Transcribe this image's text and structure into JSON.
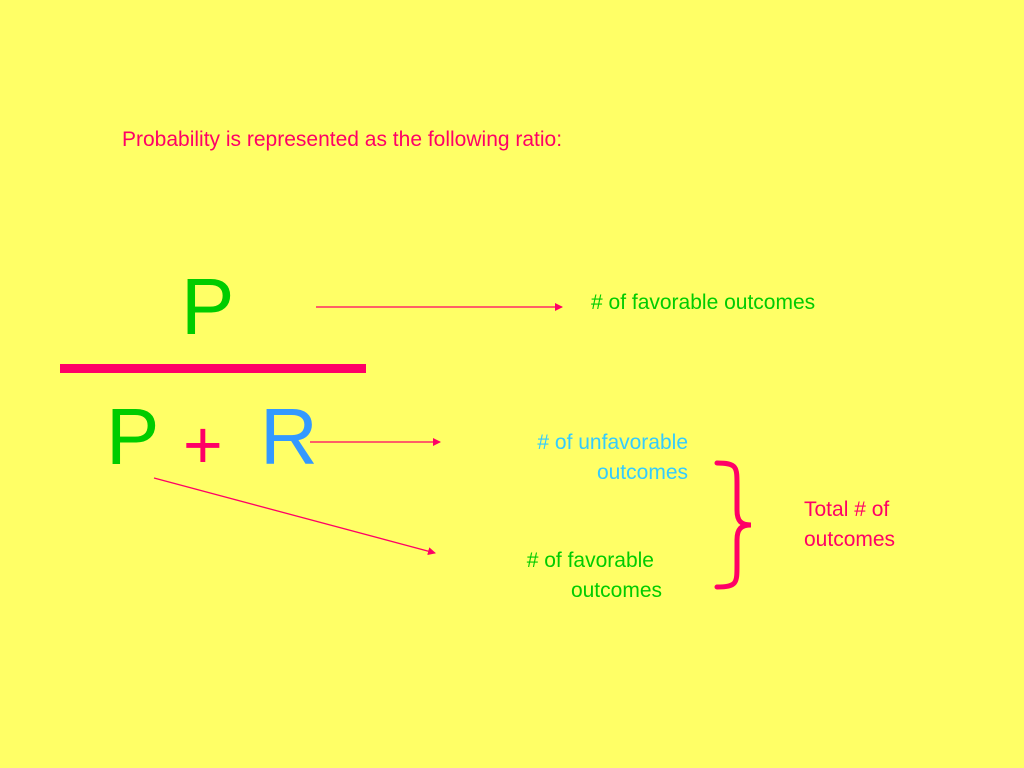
{
  "slide": {
    "intro_text": "Probability is represented as the following ratio:",
    "fraction": {
      "numerator": "P",
      "denominator_left": "P",
      "denominator_operator": "+",
      "denominator_right": "R"
    },
    "labels": {
      "favorable_top": "# of favorable outcomes",
      "unfavorable_line1": "# of unfavorable",
      "unfavorable_line2": "outcomes",
      "favorable_bottom_line1": "# of favorable",
      "favorable_bottom_line2": "outcomes",
      "total_line1": "Total # of",
      "total_line2": "outcomes"
    },
    "colors": {
      "background": "#ffff66",
      "accent": "#ff0066",
      "green": "#00cc00",
      "blue": "#3399ff",
      "cyan": "#33ccff"
    }
  }
}
